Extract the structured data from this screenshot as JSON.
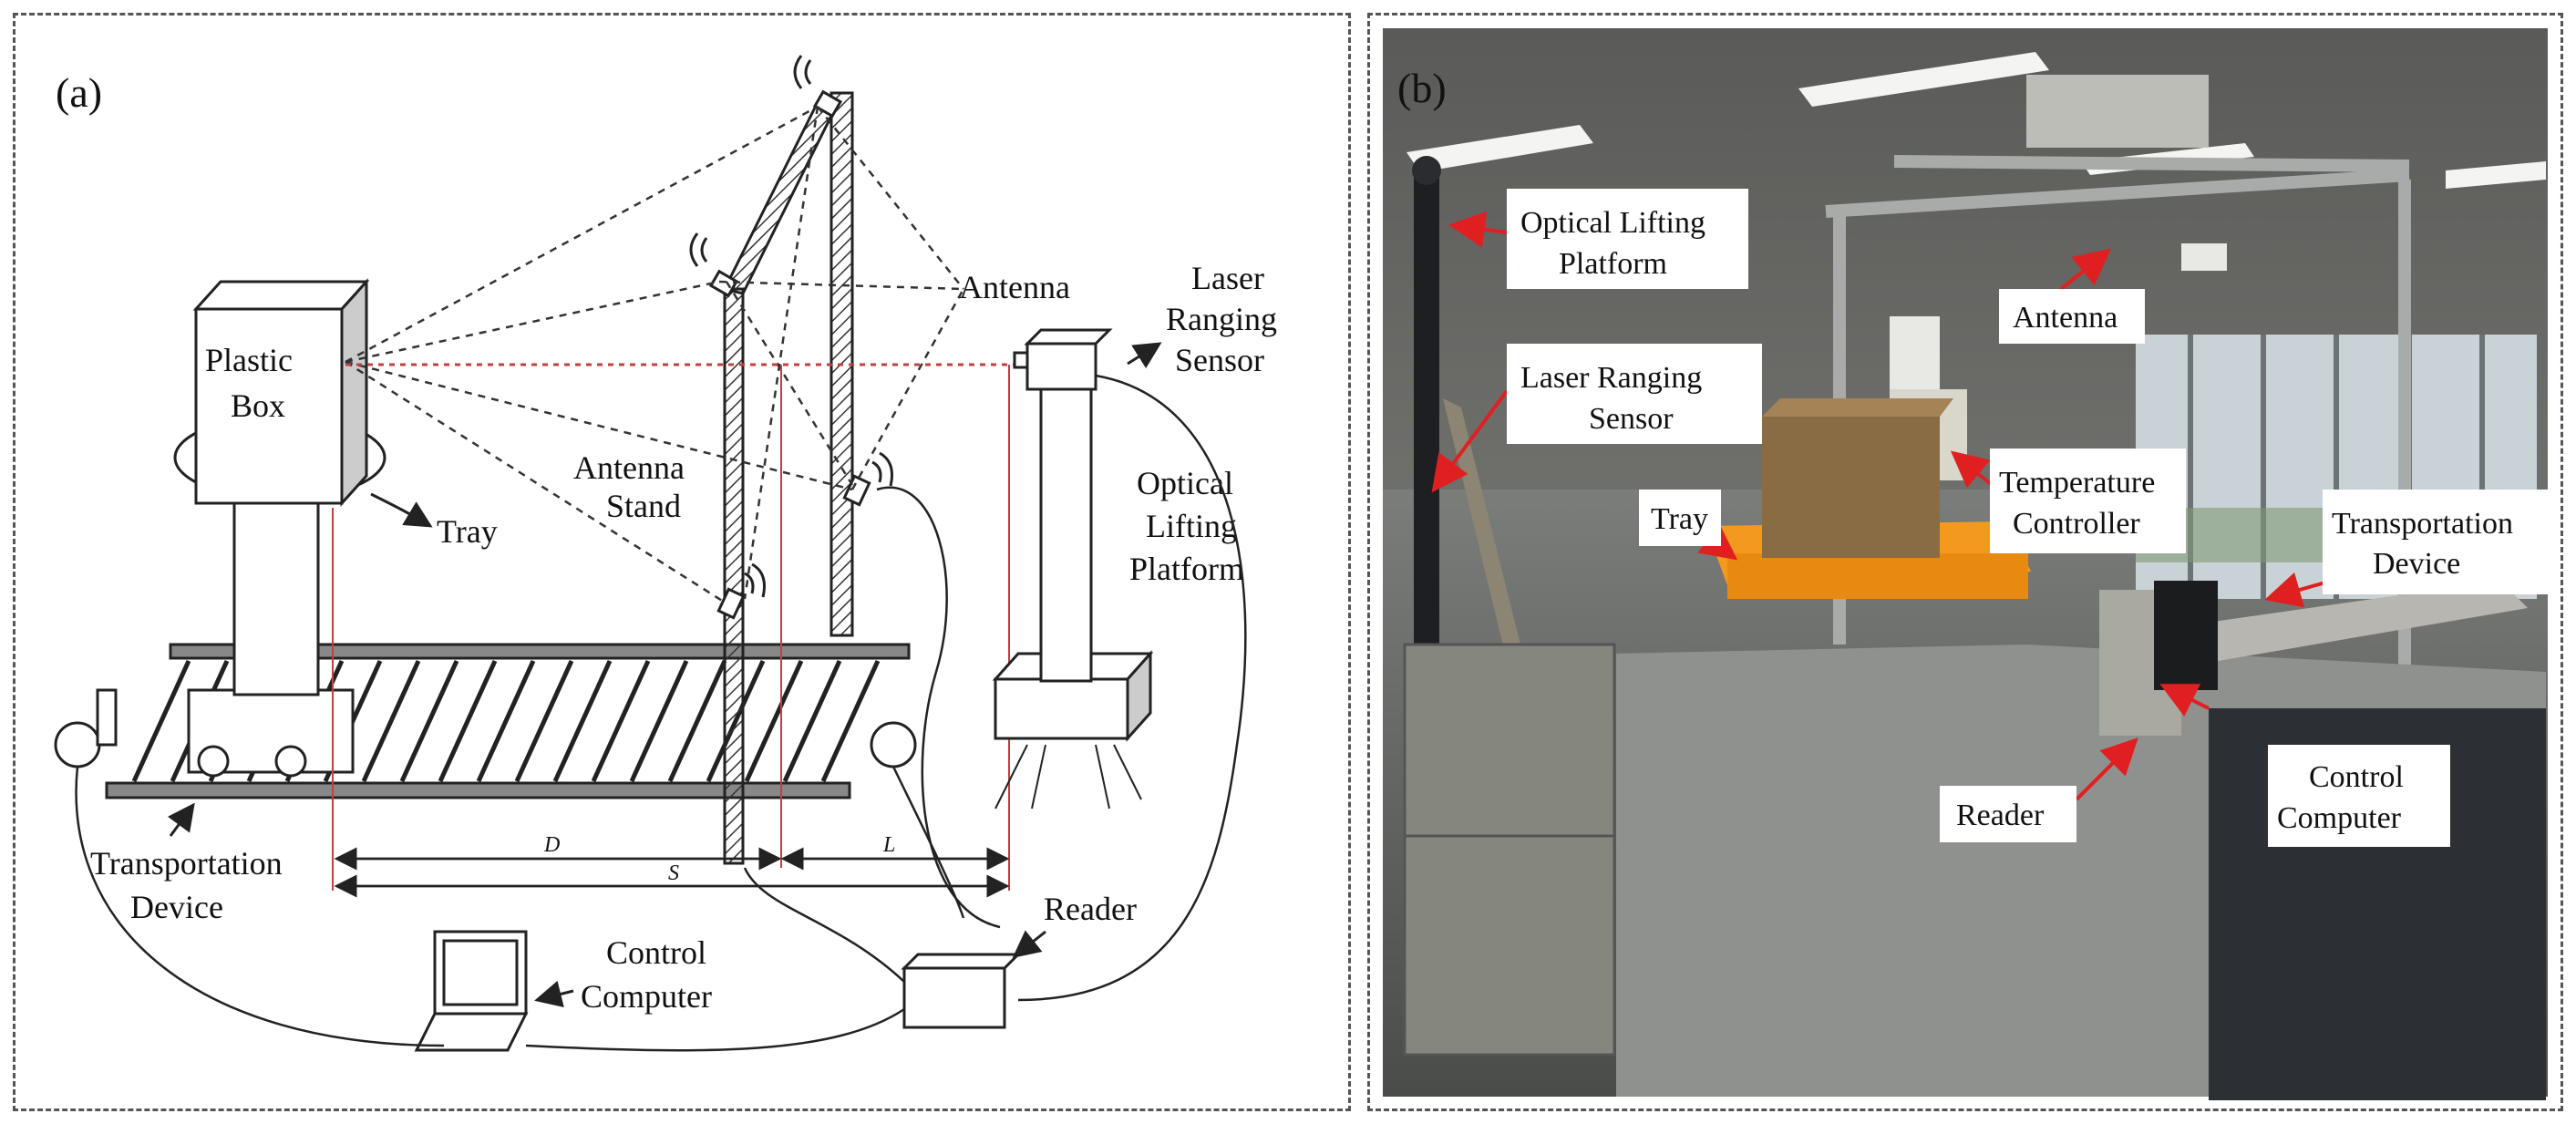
{
  "panel_a": {
    "tag": "(a)",
    "labels": {
      "plastic_box_1": "Plastic",
      "plastic_box_2": "Box",
      "tray": "Tray",
      "antenna": "Antenna",
      "antenna_stand_1": "Antenna",
      "antenna_stand_2": "Stand",
      "laser_1": "Laser",
      "laser_2": "Ranging",
      "laser_3": "Sensor",
      "optical_1": "Optical",
      "optical_2": "Lifting",
      "optical_3": "Platform",
      "transport_1": "Transportation",
      "transport_2": "Device",
      "control_1": "Control",
      "control_2": "Computer",
      "reader": "Reader",
      "dim_d": "D",
      "dim_l": "L",
      "dim_s": "S"
    }
  },
  "panel_b": {
    "tag": "(b)",
    "labels": {
      "optical_1": "Optical  Lifting",
      "optical_2": "Platform",
      "laser_1": "Laser Ranging",
      "laser_2": "Sensor",
      "antenna": "Antenna",
      "temp_1": "Temperature",
      "temp_2": "Controller",
      "tray": "Tray",
      "transport_1": "Transportation",
      "transport_2": "Device",
      "reader": "Reader",
      "control_1": "Control",
      "control_2": "Computer"
    },
    "colors": {
      "arrow": "#e02020",
      "label_box": "#ffffff"
    }
  }
}
